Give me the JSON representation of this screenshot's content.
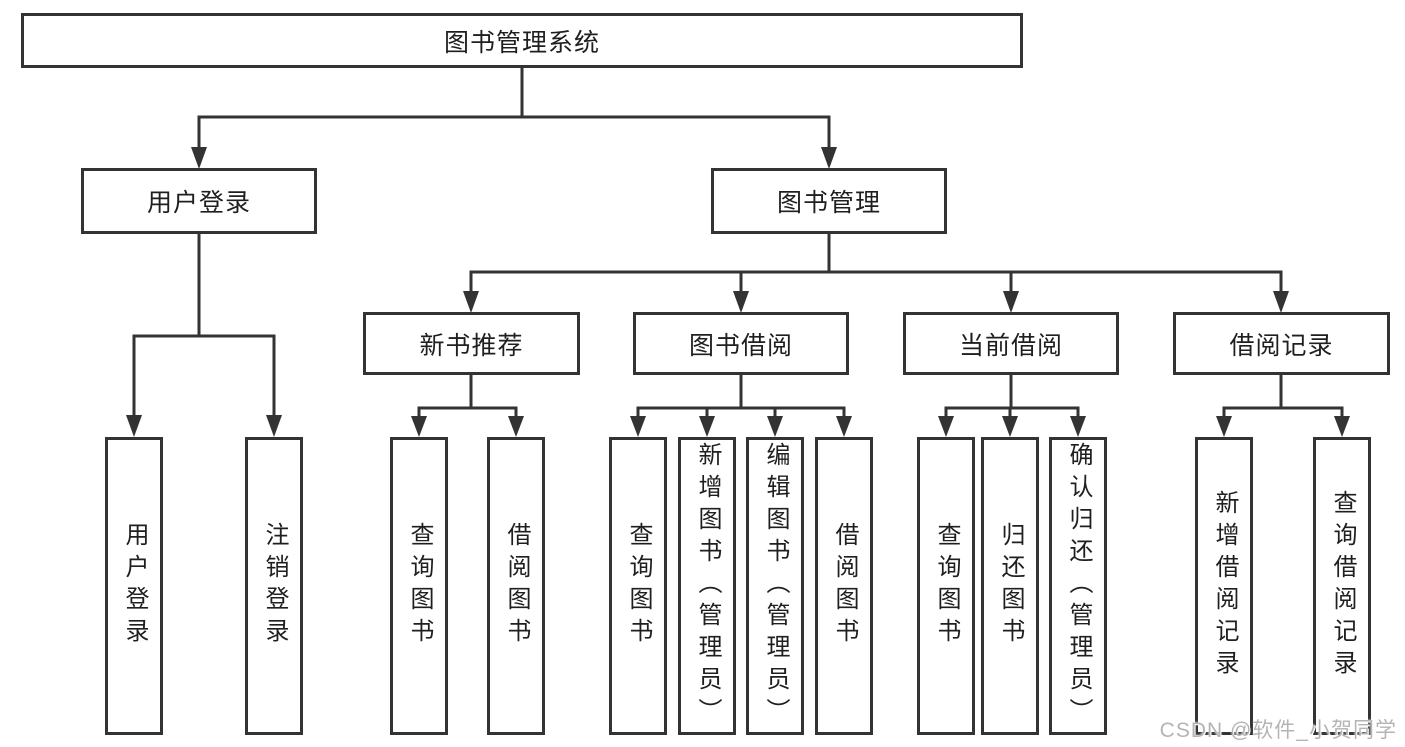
{
  "tree": {
    "root": {
      "label": "图书管理系统"
    },
    "branches": [
      {
        "label": "用户登录",
        "children": [
          {
            "label": "用户登录"
          },
          {
            "label": "注销登录"
          }
        ]
      },
      {
        "label": "图书管理",
        "children": [
          {
            "label": "新书推荐",
            "children": [
              {
                "label": "查询图书"
              },
              {
                "label": "借阅图书"
              }
            ]
          },
          {
            "label": "图书借阅",
            "children": [
              {
                "label": "查询图书"
              },
              {
                "label": "新增图书（管理员）"
              },
              {
                "label": "编辑图书（管理员）"
              },
              {
                "label": "借阅图书"
              }
            ]
          },
          {
            "label": "当前借阅",
            "children": [
              {
                "label": "查询图书"
              },
              {
                "label": "归还图书"
              },
              {
                "label": "确认归还（管理员）"
              }
            ]
          },
          {
            "label": "借阅记录",
            "children": [
              {
                "label": "新增借阅记录"
              },
              {
                "label": "查询借阅记录"
              }
            ]
          }
        ]
      }
    ]
  },
  "watermark": {
    "text": "CSDN @软件_小贺同学"
  },
  "colors": {
    "line": "#333333",
    "box_border": "#333333",
    "box_fill": "#ffffff",
    "text": "#1f1f1f",
    "watermark": "#b4b4b4",
    "background": "#ffffff"
  }
}
